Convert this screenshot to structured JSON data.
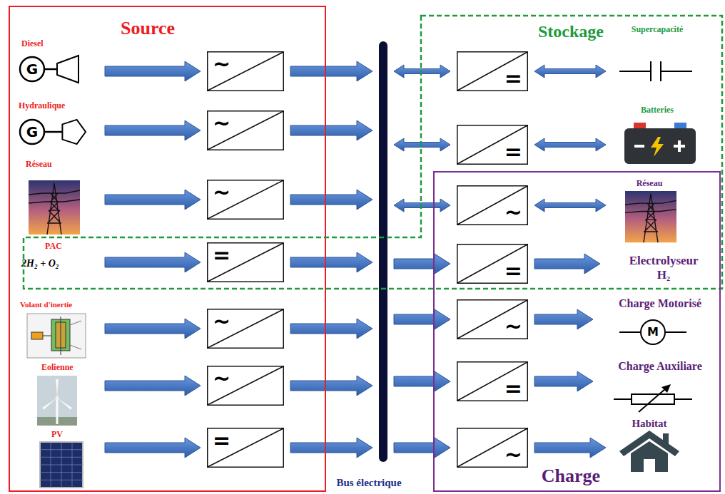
{
  "diagram": {
    "nodes": [
      {
        "text": [
          "Source"
        ]
      },
      {
        "text": [
          "Diesel",
          "G"
        ],
        "in": 0
      },
      {
        "text": [
          "~"
        ],
        "in": 0
      },
      {
        "text": [
          "Hydraulique",
          "G"
        ],
        "in": 0
      },
      {
        "text": [
          "~"
        ],
        "in": 0
      },
      {
        "text": [
          "Réseau"
        ],
        "in": 0
      },
      {
        "text": [
          "~"
        ],
        "in": 0
      },
      {
        "text": [
          "PAC",
          "2H₂ + O₂"
        ],
        "in": 0
      },
      {
        "text": [
          "="
        ],
        "in": 0
      },
      {
        "text": [
          "Volant d'inertie"
        ],
        "in": 0
      },
      {
        "text": [
          "~"
        ],
        "in": 0
      },
      {
        "text": [
          "Eolienne"
        ],
        "in": 0
      },
      {
        "text": [
          "~"
        ],
        "in": 0
      },
      {
        "text": [
          "PV"
        ],
        "in": 0
      },
      {
        "text": [
          "="
        ],
        "in": 0
      },
      {
        "text": [
          "Bus électrique"
        ]
      },
      {
        "text": [
          "Stockage"
        ]
      },
      {
        "text": [
          "="
        ],
        "in": 16
      },
      {
        "text": [
          "Supercapacité"
        ],
        "in": 16
      },
      {
        "text": [
          "="
        ],
        "in": 16
      },
      {
        "text": [
          "Batteries"
        ],
        "in": 16
      },
      {
        "text": [
          "Charge"
        ]
      },
      {
        "text": [
          "~"
        ],
        "in": 21
      },
      {
        "text": [
          "Réseau"
        ],
        "in": 21
      },
      {
        "text": [
          "="
        ],
        "in": 21
      },
      {
        "text": [
          "Electrolyseur H₂"
        ],
        "in": 21
      },
      {
        "text": [
          "~"
        ],
        "in": 21
      },
      {
        "text": [
          "Charge Motorisé",
          "M"
        ],
        "in": 21
      },
      {
        "text": [
          "="
        ],
        "in": 21
      },
      {
        "text": [
          "Charge Auxiliare"
        ],
        "in": 21
      },
      {
        "text": [
          "~"
        ],
        "in": 21
      },
      {
        "text": [
          "Habitat"
        ],
        "in": 21
      }
    ],
    "edges": [
      {
        "from": 1,
        "to": 2,
        "arrow": "to"
      },
      {
        "from": 2,
        "to": 15,
        "arrow": "to"
      },
      {
        "from": 3,
        "to": 4,
        "arrow": "to"
      },
      {
        "from": 4,
        "to": 15,
        "arrow": "to"
      },
      {
        "from": 5,
        "to": 6,
        "arrow": "to"
      },
      {
        "from": 6,
        "to": 15,
        "arrow": "to"
      },
      {
        "from": 7,
        "to": 8,
        "arrow": "to"
      },
      {
        "from": 8,
        "to": 15,
        "arrow": "to"
      },
      {
        "from": 9,
        "to": 10,
        "arrow": "to"
      },
      {
        "from": 10,
        "to": 15,
        "arrow": "to"
      },
      {
        "from": 11,
        "to": 12,
        "arrow": "to"
      },
      {
        "from": 12,
        "to": 15,
        "arrow": "to"
      },
      {
        "from": 13,
        "to": 14,
        "arrow": "to"
      },
      {
        "from": 14,
        "to": 15,
        "arrow": "to"
      },
      {
        "from": 15,
        "to": 17,
        "arrow": "both"
      },
      {
        "from": 17,
        "to": 18,
        "arrow": "both"
      },
      {
        "from": 15,
        "to": 19,
        "arrow": "both"
      },
      {
        "from": 19,
        "to": 20,
        "arrow": "both"
      },
      {
        "from": 15,
        "to": 22,
        "arrow": "both"
      },
      {
        "from": 22,
        "to": 23,
        "arrow": "both"
      },
      {
        "from": 15,
        "to": 24,
        "arrow": "to"
      },
      {
        "from": 24,
        "to": 25,
        "arrow": "to"
      },
      {
        "from": 15,
        "to": 26,
        "arrow": "to"
      },
      {
        "from": 26,
        "to": 27,
        "arrow": "to"
      },
      {
        "from": 15,
        "to": 28,
        "arrow": "to"
      },
      {
        "from": 28,
        "to": 29,
        "arrow": "to"
      },
      {
        "from": 15,
        "to": 30,
        "arrow": "to"
      },
      {
        "from": 30,
        "to": 31,
        "arrow": "to"
      }
    ]
  }
}
